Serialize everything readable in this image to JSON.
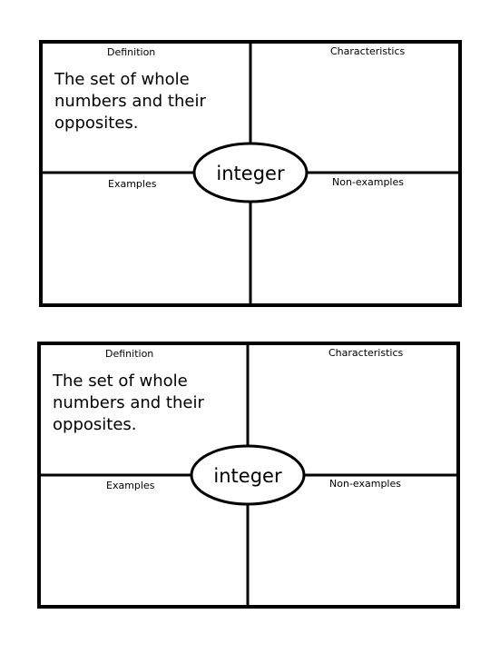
{
  "cards": [
    {
      "quadrants": {
        "definition": "Definition",
        "characteristics": "Characteristics",
        "examples": "Examples",
        "non_examples": "Non-examples"
      },
      "definition_text": "The set of whole numbers and their opposites.",
      "term": "integer"
    },
    {
      "quadrants": {
        "definition": "Definition",
        "characteristics": "Characteristics",
        "examples": "Examples",
        "non_examples": "Non-examples"
      },
      "definition_text": "The set of whole numbers and their opposites.",
      "term": "integer"
    }
  ]
}
